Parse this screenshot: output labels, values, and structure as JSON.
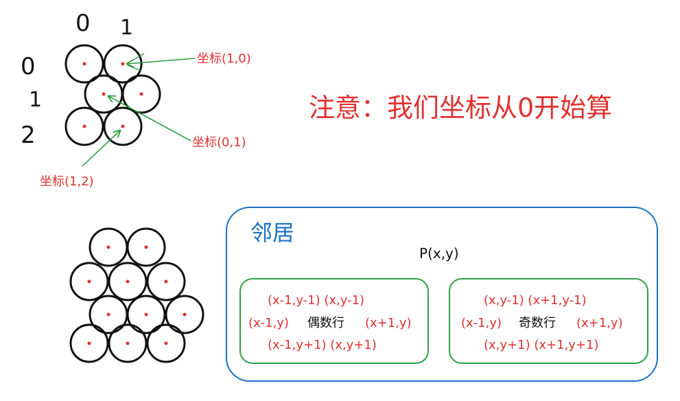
{
  "top_grid": {
    "col_labels": [
      "0",
      "1"
    ],
    "row_labels": [
      "0",
      "1",
      "2"
    ],
    "annotations": [
      {
        "text": "坐标(1,0)"
      },
      {
        "text": "坐标(0,1)"
      },
      {
        "text": "坐标(1,2)"
      }
    ]
  },
  "note": "注意：我们坐标从0开始算",
  "neighbors": {
    "title": "邻居",
    "point": "P(x,y)",
    "even": {
      "row1": "(x-1,y-1) (x,y-1)",
      "left": "(x-1,y)",
      "center": "偶数行",
      "right": "(x+1,y)",
      "row3": "(x-1,y+1) (x,y+1)"
    },
    "odd": {
      "row1": "(x,y-1)  (x+1,y-1)",
      "left": "(x-1,y)",
      "center": "奇数行",
      "right": "(x+1,y)",
      "row3": "(x,y+1)  (x+1,y+1)"
    }
  },
  "colors": {
    "ink": "#111111",
    "red": "#e03131",
    "green": "#2f9e44",
    "blue": "#1971c2"
  }
}
